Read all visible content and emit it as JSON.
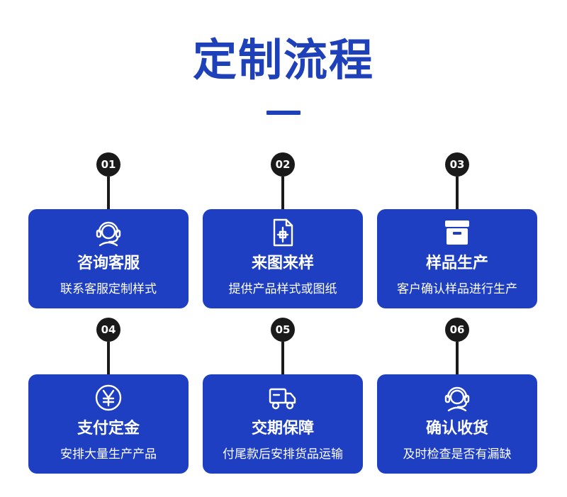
{
  "title": "定制流程",
  "steps": [
    {
      "num": "01",
      "icon": "customer-service-headset-icon",
      "title": "咨询客服",
      "desc": "联系客服定制样式"
    },
    {
      "num": "02",
      "icon": "document-drawing-icon",
      "title": "来图来样",
      "desc": "提供产品样式或图纸"
    },
    {
      "num": "03",
      "icon": "storage-box-icon",
      "title": "样品生产",
      "desc": "客户确认样品进行生产"
    },
    {
      "num": "04",
      "icon": "yen-coin-icon",
      "title": "支付定金",
      "desc": "安排大量生产产品"
    },
    {
      "num": "05",
      "icon": "delivery-truck-icon",
      "title": "交期保障",
      "desc": "付尾款后安排货品运输"
    },
    {
      "num": "06",
      "icon": "customer-service-headset-icon",
      "title": "确认收货",
      "desc": "及时检查是否有漏缺"
    }
  ],
  "colors": {
    "brand_blue": "#1f3fc3",
    "title_blue": "#1e40b8",
    "badge": "#1a1a1a"
  }
}
